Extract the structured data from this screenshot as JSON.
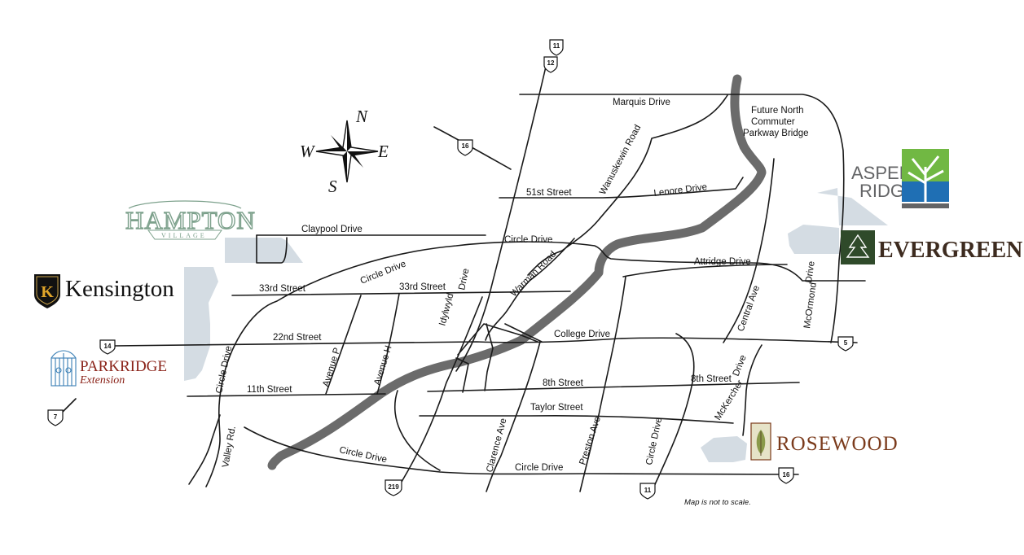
{
  "compass": {
    "n": "N",
    "s": "S",
    "e": "E",
    "w": "W"
  },
  "streets": {
    "marquis": "Marquis Drive",
    "bridge_1": "Future North",
    "bridge_2": "Commuter",
    "bridge_3": "Parkway Bridge",
    "wanuskewin": "Wanuskewin Road",
    "st51": "51st Street",
    "lenore": "Lenore Drive",
    "claypool": "Claypool Drive",
    "circle_n": "Circle Drive",
    "circle_nw": "Circle Drive",
    "attridge": "Attridge Drive",
    "mcormond_1": "McOrmond",
    "mcormond_2": "Drive",
    "st33_w": "33rd Street",
    "st33_e": "33rd Street",
    "idylwyld_1": "Idylwyld",
    "idylwyld_2": "Drive",
    "warman": "Warman Road",
    "central": "Central Ave",
    "st22": "22nd Street",
    "college": "College Drive",
    "circle_w": "Circle Drive",
    "avenue_p": "Avenue P",
    "avenue_h": "Avenue H",
    "st8_w": "8th Street",
    "st8_e": "8th Street",
    "mckercher_1": "McKercher",
    "mckercher_2": "Drive",
    "st11": "11th Street",
    "taylor": "Taylor Street",
    "valley": "Valley Rd.",
    "clarence": "Clarence Ave",
    "preston": "Preston Ave",
    "circle_e": "Circle Drive",
    "circle_s": "Circle Drive",
    "circle_sw": "Circle Drive"
  },
  "shields": {
    "hwy11_top_a": "11",
    "hwy11_top_b": "12",
    "hwy16_nw": "16",
    "hwy14": "14",
    "hwy5": "5",
    "hwy7": "7",
    "hwy219": "219",
    "hwy11_bottom": "11",
    "hwy16_se": "16"
  },
  "note": "Map is not to scale.",
  "logos": {
    "hampton": "HAMPTON",
    "hampton_sub": "VILLAGE",
    "kensington": "Kensington",
    "kensington_mark": "K",
    "parkridge": "PARKRIDGE",
    "parkridge_sub": "Extension",
    "aspen_1": "ASPEN",
    "aspen_2": "RIDGE",
    "evergreen": "EVERGREEN",
    "rosewood": "ROSEWOOD"
  },
  "colors": {
    "river": "#6b6b6b",
    "neighbourhood": "#d4dce3",
    "hampton": "#7da18c",
    "parkridge": "#8a2218",
    "aspen_green": "#71b843",
    "aspen_blue": "#1f6fb4",
    "evergreen": "#2f4a2a",
    "rosewood": "#7b3b1c"
  }
}
